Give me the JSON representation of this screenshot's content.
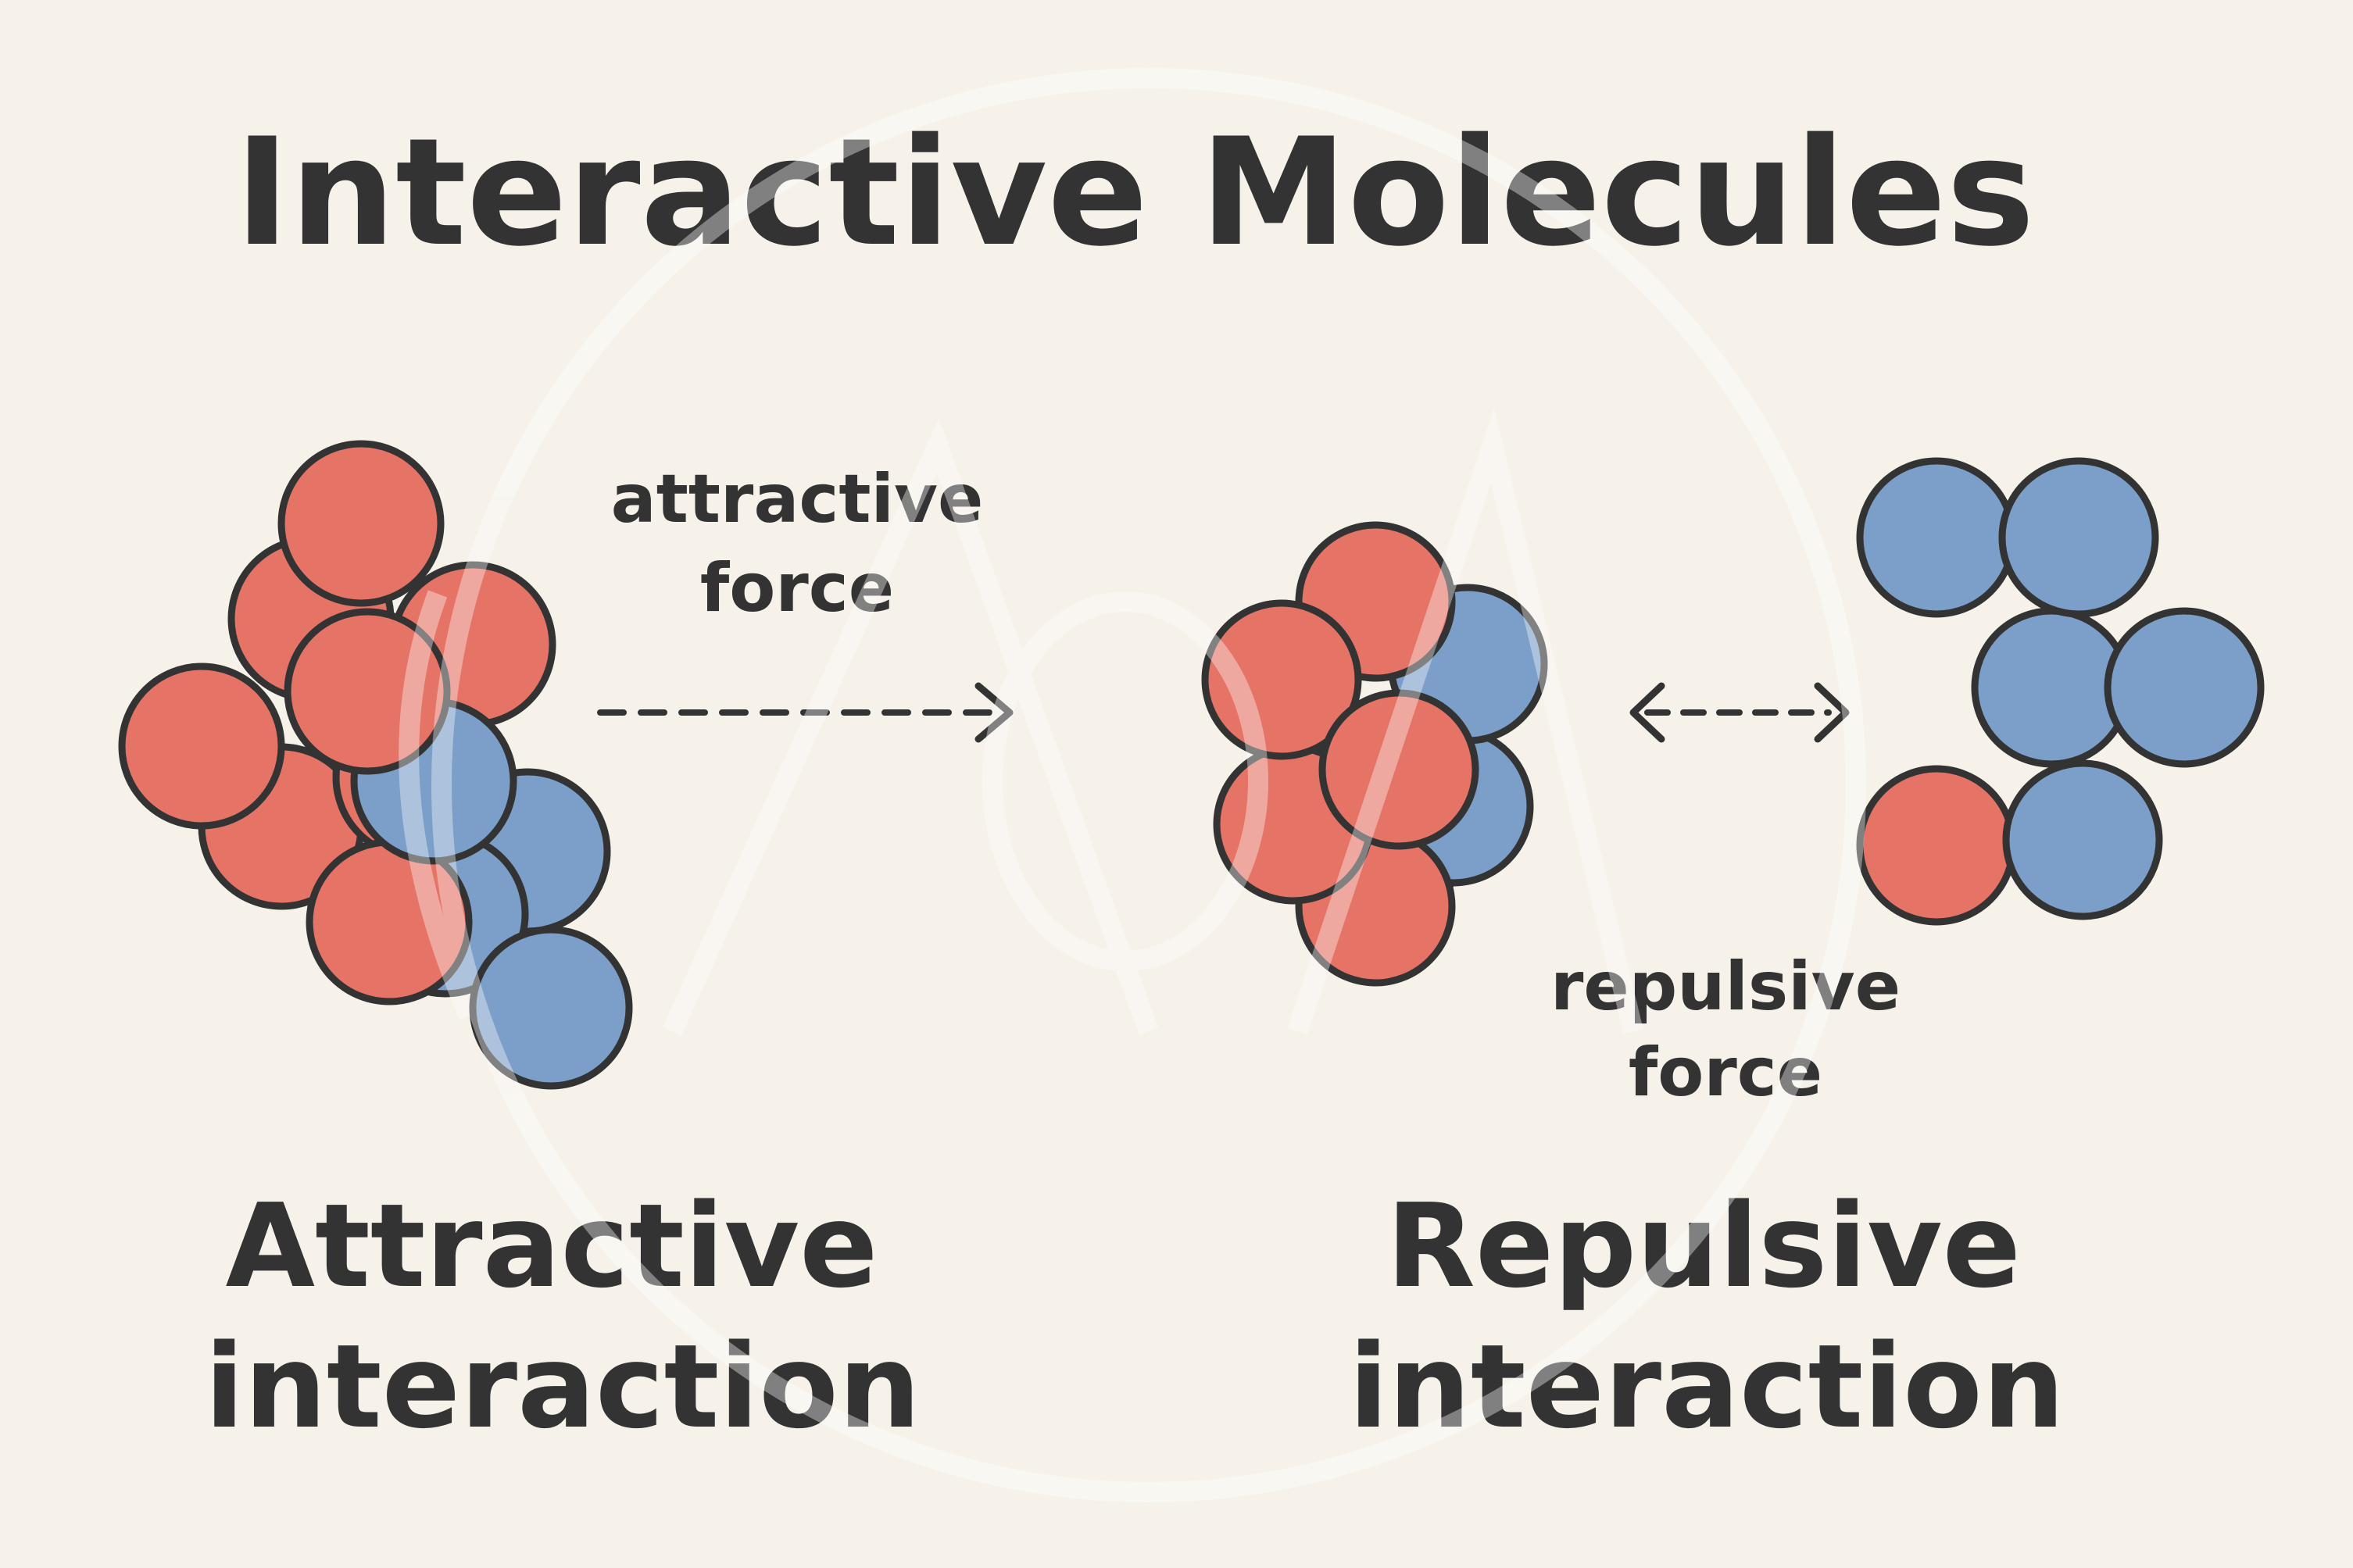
{
  "title": "Interactive Molecules",
  "attractive": {
    "force_line1": "attractive",
    "force_line2": "force",
    "caption_line1": "Attractive",
    "caption_line2": "interaction"
  },
  "repulsive": {
    "force_line1": "repulsive",
    "force_line2": "force",
    "caption_line1": "Repulsive",
    "caption_line2": "interaction"
  },
  "colors": {
    "background": "#f6f2ea",
    "red_atom": "#e57366",
    "blue_atom": "#7b9fc8",
    "outline": "#333333",
    "watermark": "#ffffff"
  },
  "icons": {
    "watermark": "circle-alpha-watermark",
    "attractive_arrow": "arrow-right-dashed-icon",
    "repulsive_arrow": "double-arrow-dashed-icon"
  }
}
